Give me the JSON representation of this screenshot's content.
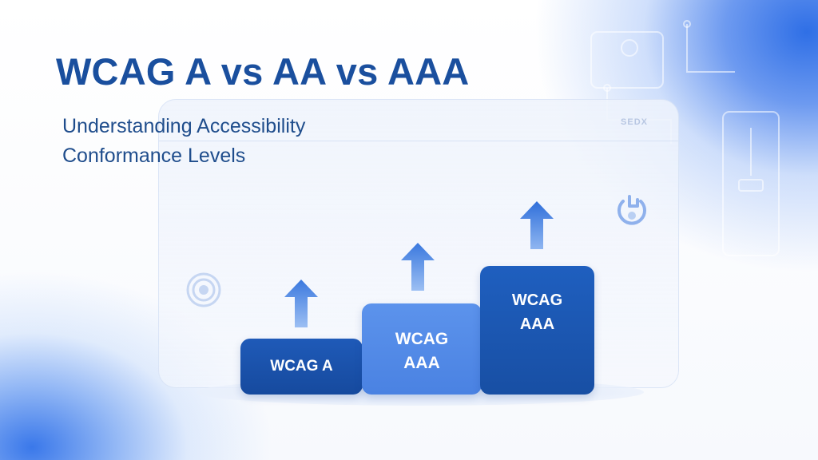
{
  "hero": {
    "title": "WCAG A vs AA vs AAA",
    "subtitle_line1": "Understanding Accessibility",
    "subtitle_line2": "Conformance Levels"
  },
  "mockup": {
    "brand": "SEDX"
  },
  "steps": [
    {
      "label": "WCAG A"
    },
    {
      "label": "WCAG\nAAA"
    },
    {
      "label": "WCAG\nAAA"
    }
  ],
  "icons": {
    "arrows": [
      "arrow-up-icon",
      "arrow-up-icon",
      "arrow-up-icon"
    ],
    "target": "target-icon",
    "refresh": "refresh-icon"
  },
  "colors": {
    "title": "#1a4f9e",
    "step_dark": "#1a52ad",
    "step_light": "#4f87e5",
    "arrow": "#3f7ddf"
  }
}
